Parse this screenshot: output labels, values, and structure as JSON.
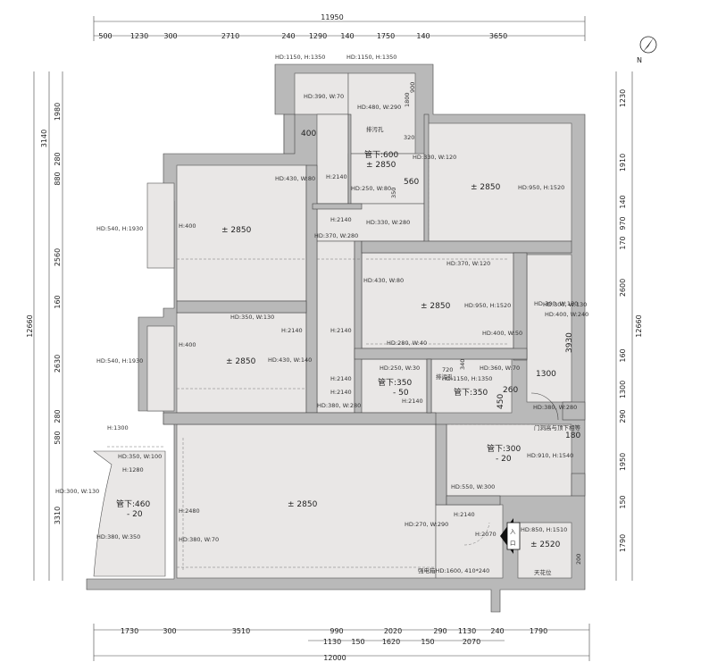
{
  "top_dims": {
    "total": "11950",
    "segments": [
      "500",
      "1230",
      "300",
      "2710",
      "240",
      "1290",
      "140",
      "1750",
      "140",
      "3650"
    ]
  },
  "bottom_dims": {
    "total": "12000",
    "row1": [
      "1730",
      "300",
      "3510",
      "990",
      "2020",
      "290",
      "1130",
      "240",
      "1790"
    ],
    "row2": [
      "1130",
      "150",
      "1620",
      "150",
      "2070"
    ]
  },
  "left_dims": {
    "total": "12660",
    "group1": "3140",
    "segments": [
      "1980",
      "280",
      "880",
      "2560",
      "160",
      "2630",
      "280",
      "580",
      "3310"
    ]
  },
  "right_dims": {
    "total": "12660",
    "segments": [
      "1230",
      "1910",
      "140",
      "970",
      "170",
      "2600",
      "160",
      "1300",
      "290",
      "1950",
      "150",
      "1790"
    ],
    "inner": [
      "3930",
      "1300"
    ]
  },
  "compass": {
    "north": "N"
  },
  "window_labels": [
    "HD:1150, H:1350",
    "HD:1150, H:1350",
    "HD:390, W:70",
    "HD:480, W:290",
    "HD:540, H:1930",
    "HD:540, H:1930",
    "HD:950, H:1520",
    "HD:950, H:1520",
    "HD:300, W:130",
    "HD:910, H:1540",
    "HD:850, H:1510",
    "HD:1150, H:1350"
  ],
  "annotations": [
    "HD:430, W:80",
    "H:2140",
    "H:400",
    "HD:330, W:120",
    "HD:250, W:80",
    "H:2140",
    "HD:330, W:280",
    "HD:370, W:280",
    "HD:370, W:120",
    "HD:430, W:80",
    "HD:350, W:130",
    "H:2140",
    "H:2140",
    "H:400",
    "HD:430, W:140",
    "HD:280, W:40",
    "HD:400, W:50",
    "HD:300, W:130",
    "HD:400, W:240",
    "HD:250, W:30",
    "HD:360, W:70",
    "H:2140",
    "HD:380, W:280",
    "H:2140",
    "HD:380, W:280",
    "H:1300",
    "HD:350, W:100",
    "H:1280",
    "HD:300, W:130",
    "H:2480",
    "HD:380, W:350",
    "HD:380, W:70",
    "HD:550, W:300",
    "HD:270, W:290",
    "H:2140",
    "H:2070",
    "H:2140"
  ],
  "room_heights": {
    "bath1": "管下:600",
    "bath1_h": "± 2850",
    "bed_ne": "± 2850",
    "bed_w1": "± 2850",
    "bed_mid": "± 2850",
    "bed_w2": "± 2850",
    "bath_a": "管下:350",
    "bath_a2": "- 50",
    "bath_b": "管下:350",
    "kitchen": "管下:300",
    "kitchen2": "- 20",
    "balcony": "管下:460",
    "balcony2": "- 20",
    "living": "± 2850",
    "entry": "± 2520"
  },
  "small_notes": {
    "drain": "排污孔",
    "note_320": "320",
    "note_560": "560",
    "note_350": "350",
    "note_900": "900",
    "note_1800": "1800",
    "note_720": "720",
    "note_340": "340",
    "note_260": "260",
    "note_450": "450",
    "note_180": "180",
    "note_400": "400",
    "note_200": "200",
    "pipe_door": "门洞高与顶下相等",
    "elec_box": "强电箱HD:1600, 410*240",
    "ceiling_dim": "天花位",
    "drain2": "排污孔",
    "entry_in": "入",
    "entry_mark": "口"
  }
}
